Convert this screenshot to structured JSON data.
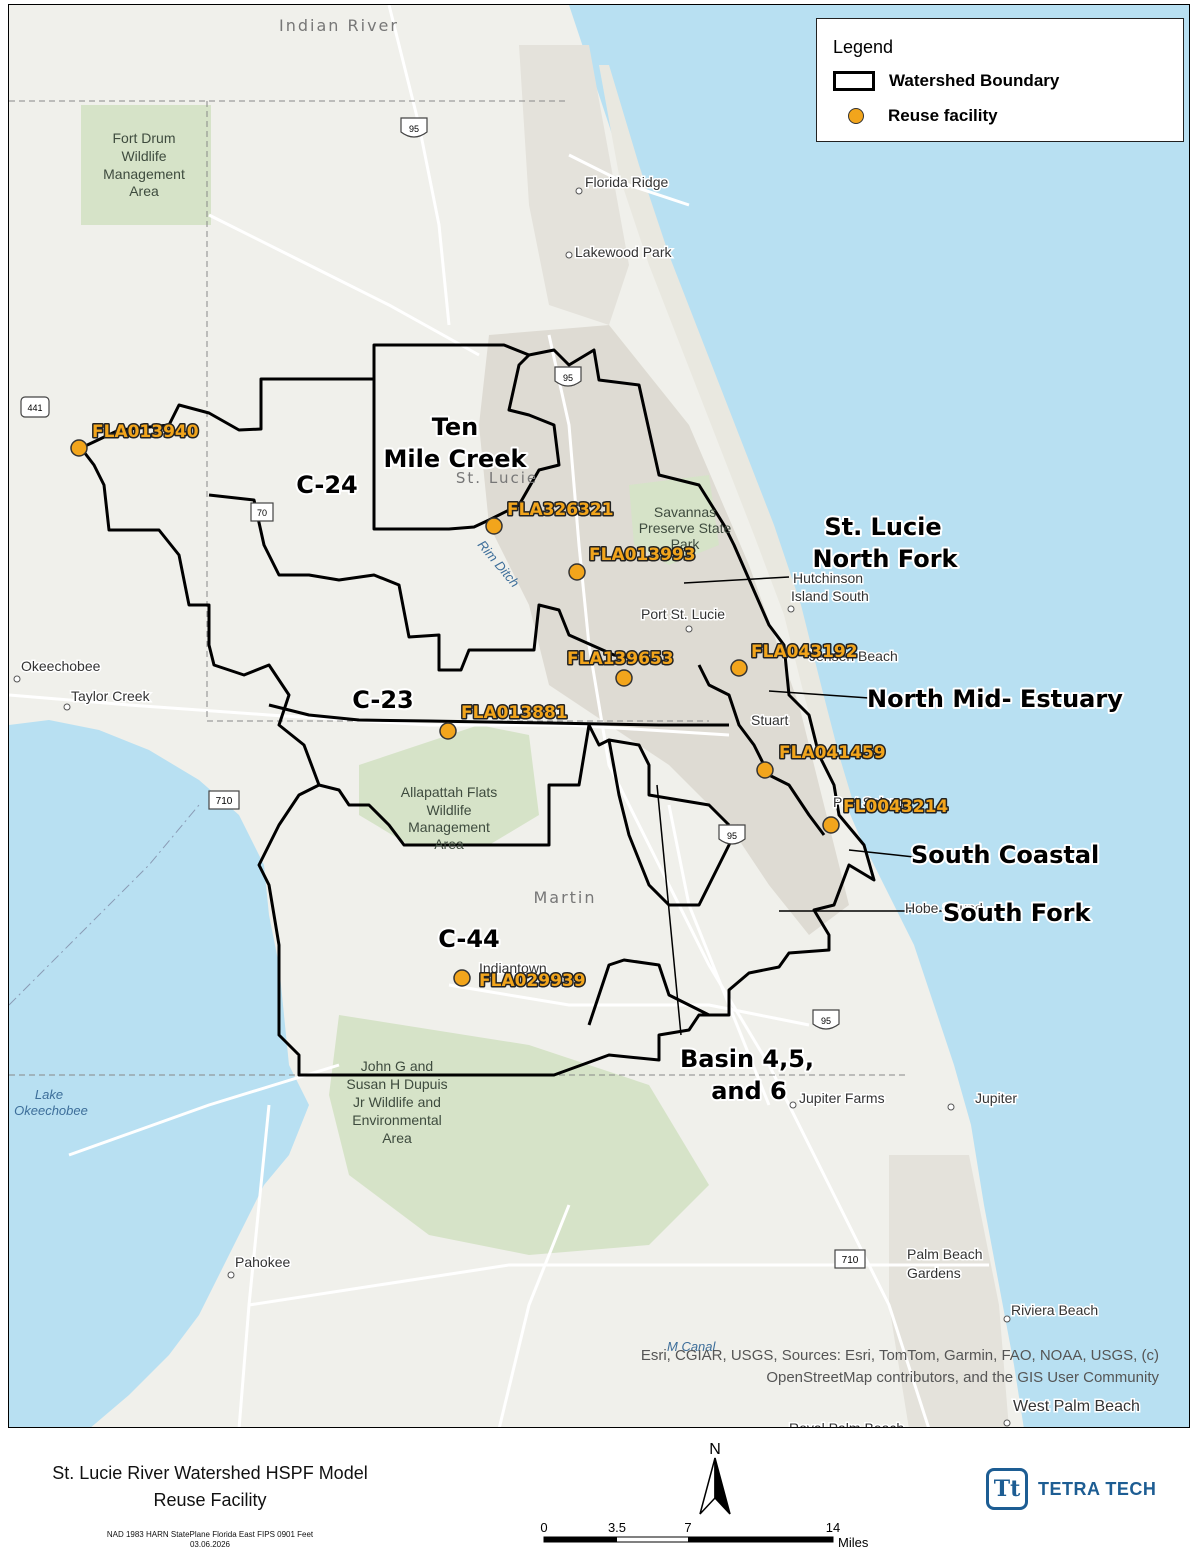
{
  "legend": {
    "title": "Legend",
    "items": [
      {
        "label": "Watershed Boundary",
        "symbol": "black-outline-box-icon"
      },
      {
        "label": "Reuse facility",
        "symbol": "orange-dot-icon",
        "color": "#f2a51c"
      }
    ]
  },
  "basins": [
    {
      "label": "Ten",
      "id": "ten-mile-creek-1"
    },
    {
      "label": "Mile Creek",
      "id": "ten-mile-creek-2"
    },
    {
      "label": "C-24",
      "id": "c24"
    },
    {
      "label": "C-23",
      "id": "c23"
    },
    {
      "label": "C-44",
      "id": "c44"
    },
    {
      "label": "St. Lucie",
      "id": "north-fork-1"
    },
    {
      "label": "North Fork",
      "id": "north-fork-2"
    },
    {
      "label": "North Mid- Estuary",
      "id": "north-mid-estuary"
    },
    {
      "label": "South Coastal",
      "id": "south-coastal"
    },
    {
      "label": "South Fork",
      "id": "south-fork"
    },
    {
      "label": "Basin 4,5,",
      "id": "basin-456-1"
    },
    {
      "label": "and 6",
      "id": "basin-456-2"
    }
  ],
  "facilities": [
    "FLA013940",
    "FLA326321",
    "FLA013993",
    "FLA139653",
    "FLA043192",
    "FLA013881",
    "FLA041459",
    "FL0043214",
    "FLA029939"
  ],
  "places": [
    "Florida Ridge",
    "Lakewood Park",
    "Port St. Lucie",
    "Hutchinson",
    "Island South",
    "Okeechobee",
    "Taylor Creek",
    "Stuart",
    "Jupiter Farms",
    "Jupiter",
    "Pahokee",
    "Palm Beach",
    "Gardens",
    "Riviera Beach",
    "West Palm Beach",
    "Royal Palm Beach",
    "Savannas",
    "Preserve State",
    "Park",
    "Hobe Sound",
    "Port Salerno",
    "Jensen Beach",
    "Indiantown",
    "St. Lucie"
  ],
  "areas": [
    {
      "lines": [
        "Fort Drum",
        "Wildlife",
        "Management",
        "Area"
      ]
    },
    {
      "lines": [
        "Allapattah Flats",
        "Wildlife",
        "Management",
        "Area"
      ]
    },
    {
      "lines": [
        "John G and",
        "Susan H Dupuis",
        "Jr Wildlife and",
        "Environmental",
        "Area"
      ]
    }
  ],
  "counties": [
    "Indian River",
    "Martin"
  ],
  "water_labels": [
    "Lake",
    "Okeechobee",
    "Rim Ditch",
    "M Canal"
  ],
  "road_shields": [
    "95",
    "95",
    "95",
    "95",
    "441",
    "70",
    "710",
    "710"
  ],
  "attribution": [
    "Esri, CGIAR, USGS, Sources:  Esri, TomTom, Garmin, FAO, NOAA, USGS, (c)",
    "OpenStreetMap contributors, and the GIS User Community"
  ],
  "footer": {
    "title_line1": "St. Lucie River Watershed HSPF Model",
    "title_line2": "Reuse Facility",
    "projection": "NAD 1983 HARN StatePlane Florida East FIPS 0901 Feet",
    "date": "03.06.2026",
    "north": "N",
    "scale": {
      "ticks": [
        "0",
        "3.5",
        "7",
        "14"
      ],
      "unit": "Miles"
    },
    "logo_mark": "Tt",
    "logo_name": "TETRA TECH"
  },
  "colors": {
    "ocean": "#b8e0f2",
    "land": "#f0f0eb",
    "urban": "#dedbd3",
    "park": "#d6e3c8",
    "boundary": "#000000",
    "facility": "#f2a51c"
  }
}
